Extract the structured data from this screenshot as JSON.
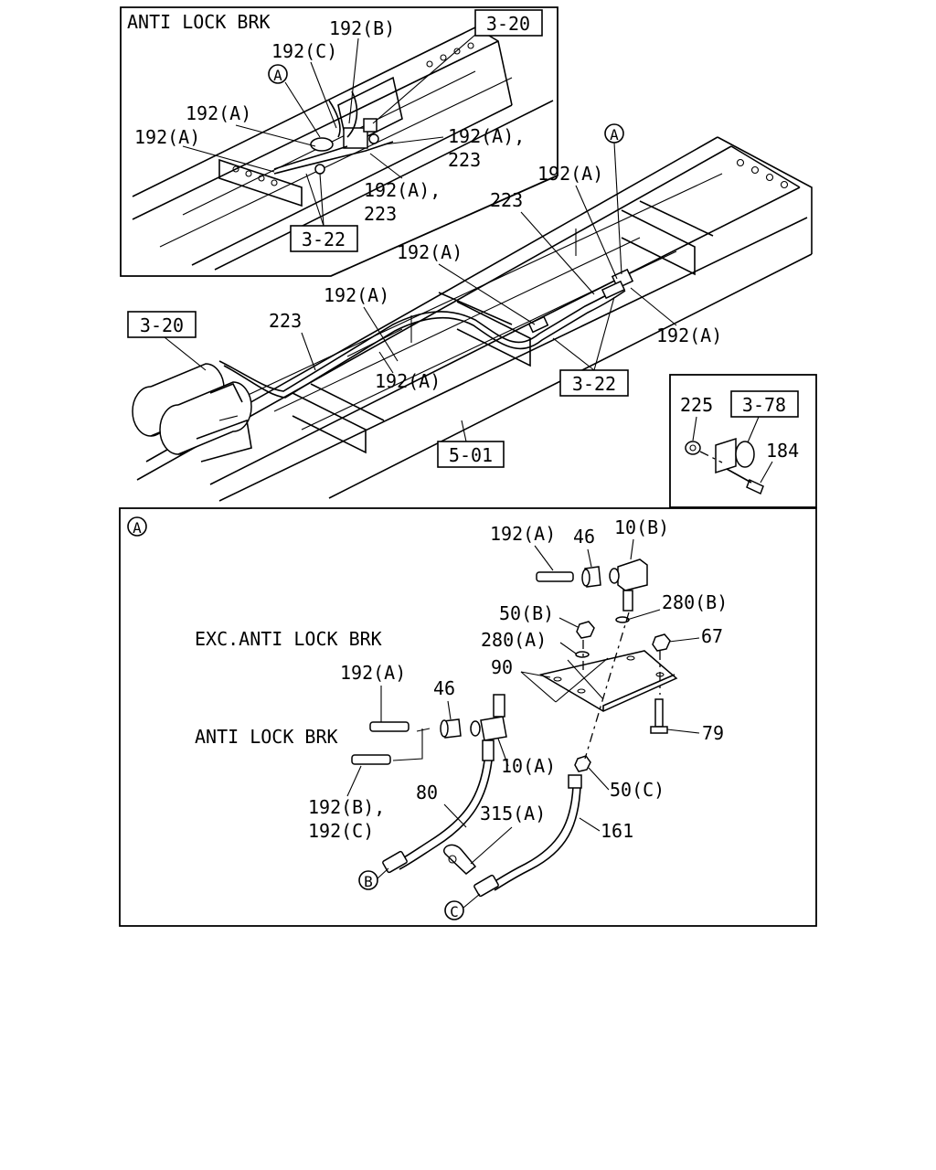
{
  "inset_anti_lock": {
    "title": "ANTI LOCK BRK",
    "labels": {
      "p192b": "192(B)",
      "p192c": "192(C)",
      "p192a_1": "192(A)",
      "p192a_2": "192(A)",
      "p192a_223_right_1": "192(A),",
      "p192a_223_right_2": "223",
      "p192a_223_bottom_1": "192(A),",
      "p192a_223_bottom_2": "223",
      "circle_a": "A"
    },
    "refs": {
      "ref_3_20": "3-20",
      "ref_3_22": "3-22"
    }
  },
  "main_chassis": {
    "labels": {
      "p192a_top": "192(A)",
      "p223_top": "223",
      "p192a_mid": "192(A)",
      "p192a_left": "192(A)",
      "p223_left": "223",
      "p192a_low": "192(A)",
      "p192a_right": "192(A)",
      "circle_a": "A"
    },
    "refs": {
      "ref_3_20": "3-20",
      "ref_3_22": "3-22",
      "ref_5_01": "5-01"
    }
  },
  "inset_mount": {
    "labels": {
      "p225": "225",
      "p184": "184"
    },
    "refs": {
      "ref_3_78": "3-78"
    }
  },
  "detail_a": {
    "circle_a": "A",
    "exc_anti_lock": "EXC.ANTI LOCK BRK",
    "anti_lock": "ANTI LOCK BRK",
    "labels": {
      "p192a_top": "192(A)",
      "p46_top": "46",
      "p10b": "10(B)",
      "p50b": "50(B)",
      "p280b": "280(B)",
      "p280a": "280(A)",
      "p67": "67",
      "p90": "90",
      "p192a_left": "192(A)",
      "p46_left": "46",
      "p79": "79",
      "p10a": "10(A)",
      "p50c": "50(C)",
      "p192b_c_1": "192(B),",
      "p192b_c_2": "192(C)",
      "p80": "80",
      "p315a": "315(A)",
      "p161": "161",
      "circle_b": "B",
      "circle_c": "C"
    }
  }
}
